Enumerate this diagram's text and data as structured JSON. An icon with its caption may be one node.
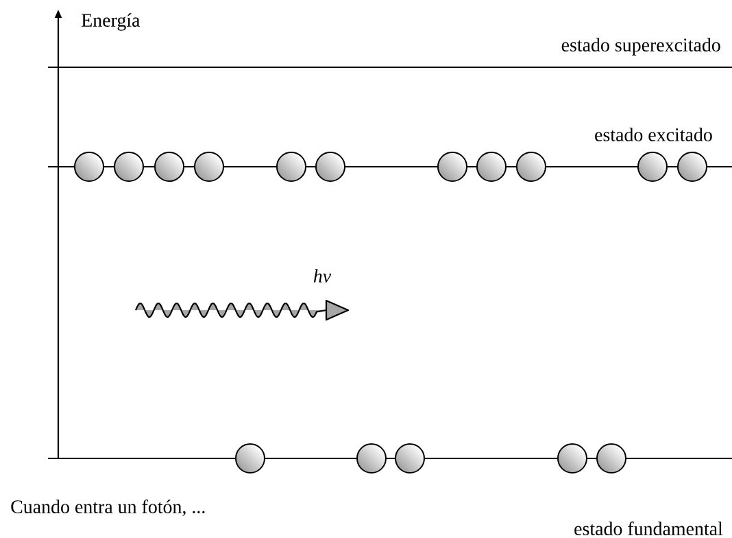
{
  "diagram": {
    "labels": [
      "Energía",
      "estado superexcitado",
      "estado excitado",
      "hv",
      "Cuando entra un fotón, ...",
      "estado fundamental"
    ]
  }
}
